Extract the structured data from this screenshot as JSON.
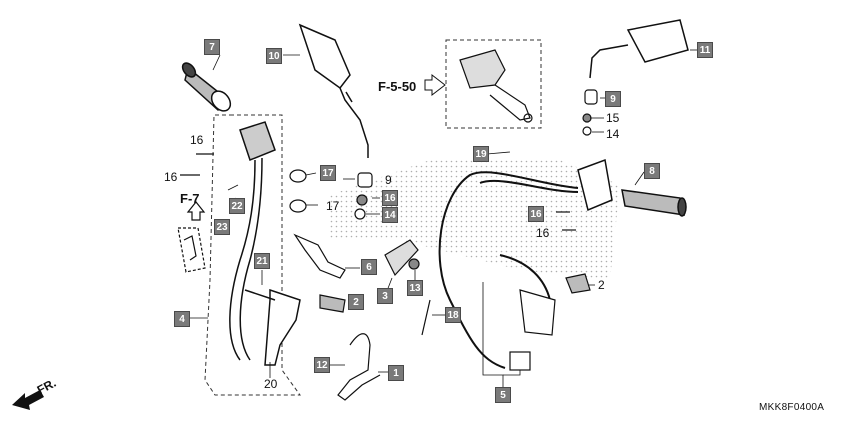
{
  "references": {
    "f5_50": "F-5-50",
    "f7": "F-7"
  },
  "direction_label": "FR.",
  "drawing_code": "MKK8F0400A",
  "callouts": {
    "boxed": [
      "7",
      "10",
      "11",
      "9",
      "8",
      "17",
      "16",
      "14",
      "19",
      "16",
      "22",
      "23",
      "21",
      "4",
      "6",
      "3",
      "13",
      "2",
      "18",
      "12",
      "1",
      "5"
    ],
    "plain": [
      "16",
      "16",
      "9",
      "17",
      "15",
      "14",
      "16",
      "2",
      "20"
    ]
  }
}
